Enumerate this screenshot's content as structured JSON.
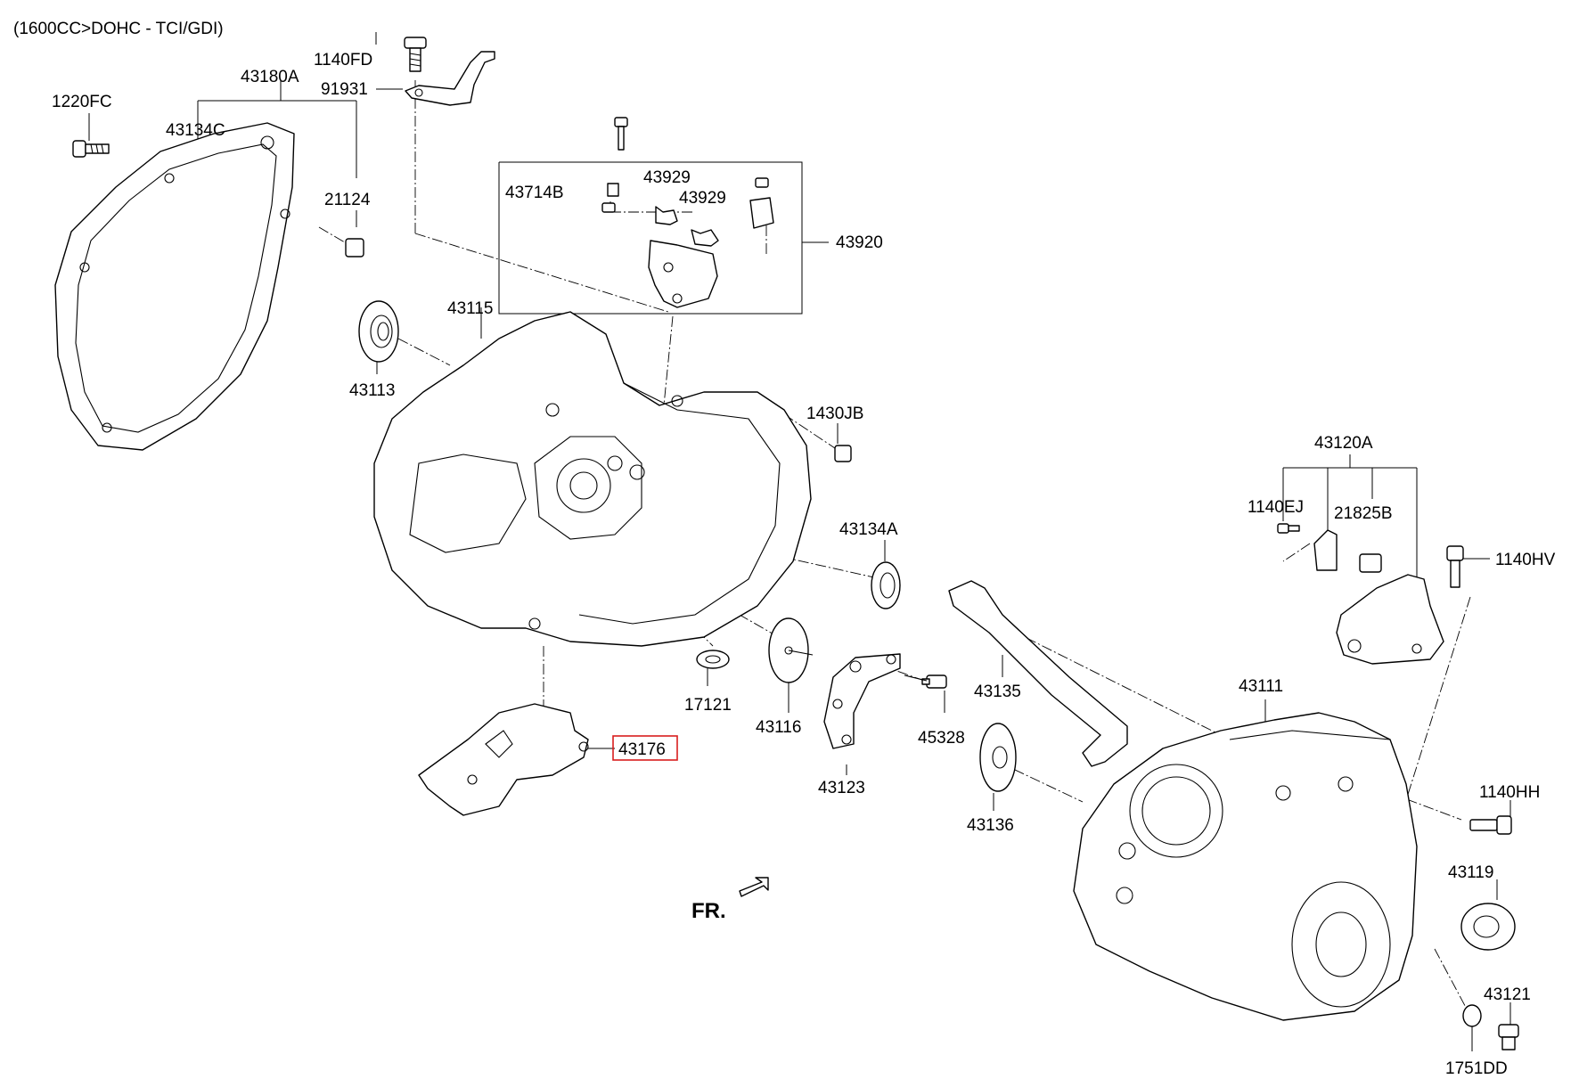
{
  "header": {
    "title": "(1600CC>DOHC - TCI/GDI)"
  },
  "orientation": {
    "label": "FR."
  },
  "highlight_color": "#d81e1e",
  "parts": [
    {
      "id": "1140FD",
      "label": "1140FD"
    },
    {
      "id": "91931",
      "label": "91931"
    },
    {
      "id": "43180A",
      "label": "43180A"
    },
    {
      "id": "1220FC",
      "label": "1220FC"
    },
    {
      "id": "43134C",
      "label": "43134C"
    },
    {
      "id": "21124",
      "label": "21124"
    },
    {
      "id": "43714B",
      "label": "43714B"
    },
    {
      "id": "43929a",
      "label": "43929"
    },
    {
      "id": "43929b",
      "label": "43929"
    },
    {
      "id": "43920",
      "label": "43920"
    },
    {
      "id": "43115",
      "label": "43115"
    },
    {
      "id": "43113",
      "label": "43113"
    },
    {
      "id": "1430JB",
      "label": "1430JB"
    },
    {
      "id": "43134A",
      "label": "43134A"
    },
    {
      "id": "43120A",
      "label": "43120A"
    },
    {
      "id": "1140EJ",
      "label": "1140EJ"
    },
    {
      "id": "21825B",
      "label": "21825B"
    },
    {
      "id": "1140HV",
      "label": "1140HV"
    },
    {
      "id": "17121",
      "label": "17121"
    },
    {
      "id": "43116",
      "label": "43116"
    },
    {
      "id": "45328",
      "label": "45328"
    },
    {
      "id": "43135",
      "label": "43135"
    },
    {
      "id": "43111",
      "label": "43111"
    },
    {
      "id": "43176",
      "label": "43176",
      "highlighted": true
    },
    {
      "id": "43123",
      "label": "43123"
    },
    {
      "id": "43136",
      "label": "43136"
    },
    {
      "id": "1140HH",
      "label": "1140HH"
    },
    {
      "id": "43119",
      "label": "43119"
    },
    {
      "id": "43121",
      "label": "43121"
    },
    {
      "id": "1751DD",
      "label": "1751DD"
    }
  ]
}
